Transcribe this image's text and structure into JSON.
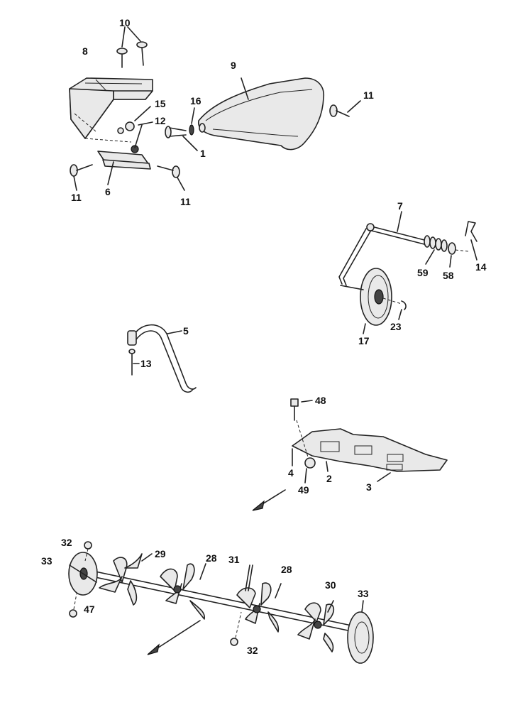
{
  "callouts": {
    "c10": "10",
    "c8": "8",
    "c9": "9",
    "c15": "15",
    "c16": "16",
    "c12": "12",
    "c11a": "11",
    "c1": "1",
    "c11b": "11",
    "c6": "6",
    "c11c": "11",
    "c7": "7",
    "c14": "14",
    "c59": "59",
    "c58": "58",
    "c23": "23",
    "c17": "17",
    "c5": "5",
    "c13": "13",
    "c48": "48",
    "c4": "4",
    "c2": "2",
    "c49": "49",
    "c3": "3",
    "c32a": "32",
    "c29": "29",
    "c33a": "33",
    "c28a": "28",
    "c31": "31",
    "c28b": "28",
    "c30": "30",
    "c33b": "33",
    "c47": "47",
    "c32b": "32"
  }
}
